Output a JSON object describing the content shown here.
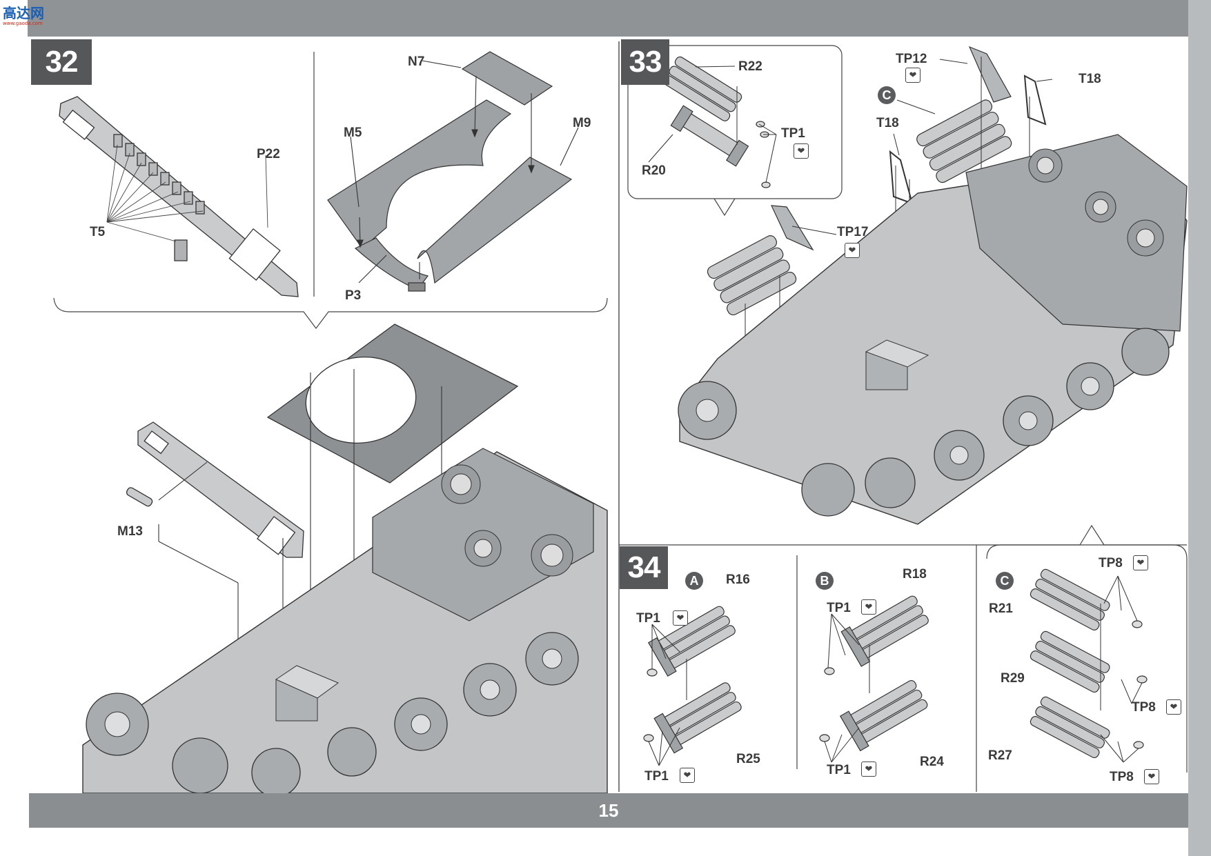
{
  "site_logo": {
    "text": "高达网",
    "url_text": "www.gaoda.com"
  },
  "page_number": "15",
  "steps": [
    {
      "number": "32"
    },
    {
      "number": "33"
    },
    {
      "number": "34"
    }
  ],
  "step32_labels": {
    "t5": "T5",
    "p22": "P22",
    "n7": "N7",
    "m5": "M5",
    "m9": "M9",
    "p3": "P3",
    "m13": "M13"
  },
  "step33_labels": {
    "r22": "R22",
    "r20": "R20",
    "tp1": "TP1",
    "tp12": "TP12",
    "t18a": "T18",
    "t18b": "T18",
    "tp17": "TP17",
    "c": "C"
  },
  "step34": {
    "a": {
      "circle": "A",
      "r16": "R16",
      "tp1_top": "TP1",
      "tp1_bottom": "TP1",
      "r25": "R25"
    },
    "b": {
      "circle": "B",
      "r18": "R18",
      "tp1_top": "TP1",
      "tp1_bottom": "TP1",
      "r24": "R24"
    },
    "c": {
      "circle": "C",
      "tp8_top": "TP8",
      "r21": "R21",
      "r29": "R29",
      "tp8_mid": "TP8",
      "r27": "R27",
      "tp8_bottom": "TP8"
    }
  },
  "icons": {
    "decal_icon": "heart-decal-icon"
  },
  "colors": {
    "band": "#8f9396",
    "step_badge": "#555759",
    "part_fill": "#c9cbcd",
    "part_stroke": "#333333"
  }
}
